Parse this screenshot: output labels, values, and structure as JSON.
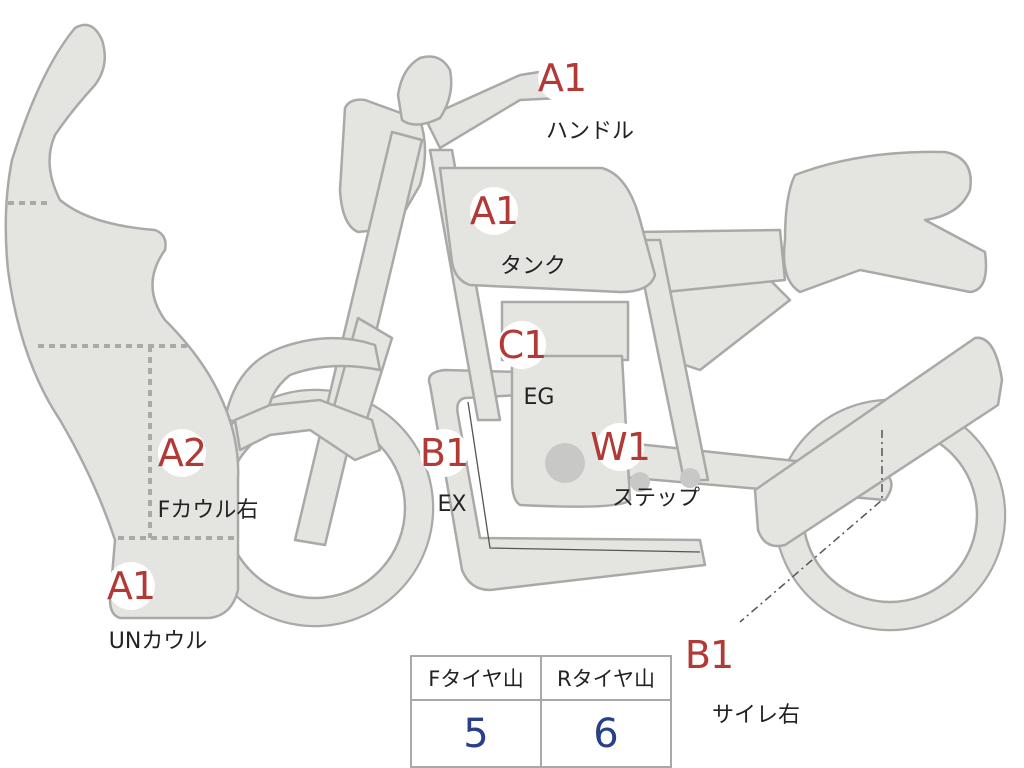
{
  "colors": {
    "part_fill": "#e4e4e1",
    "outline": "#a9aaa8",
    "grade_marker": "#b23a36",
    "tread_value": "#2a3f8a"
  },
  "markers": [
    {
      "id": "handle",
      "grade": "A1",
      "label": "ハンドル"
    },
    {
      "id": "tank",
      "grade": "A1",
      "label": "タンク"
    },
    {
      "id": "engine",
      "grade": "C1",
      "label": "EG"
    },
    {
      "id": "exhaust",
      "grade": "B1",
      "label": "EX"
    },
    {
      "id": "step",
      "grade": "W1",
      "label": "ステップ"
    },
    {
      "id": "front-cowl-right",
      "grade": "A2",
      "label": "Fカウル右"
    },
    {
      "id": "under-cowl",
      "grade": "A1",
      "label": "UNカウル"
    },
    {
      "id": "silencer-right",
      "grade": "B1",
      "label": "サイレ右"
    }
  ],
  "tread_table": {
    "front_header": "Fタイヤ山",
    "rear_header": "Rタイヤ山",
    "front_value": "5",
    "rear_value": "6"
  }
}
